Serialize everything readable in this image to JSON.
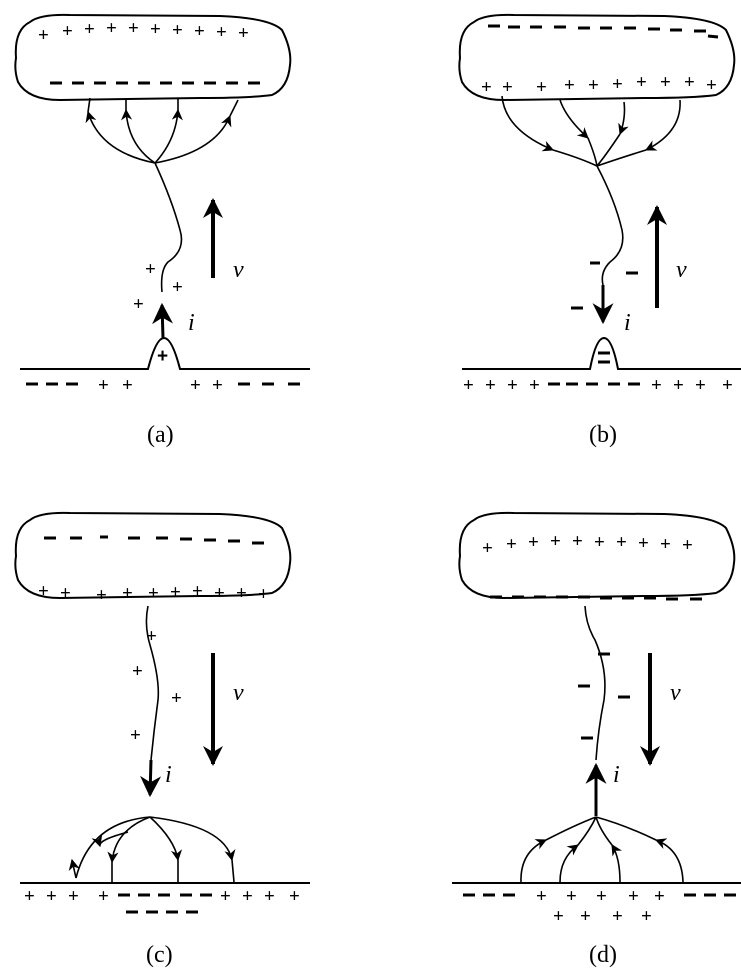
{
  "figure": {
    "panels": [
      {
        "id": "a",
        "caption": "(a)",
        "velocity_symbol": "v",
        "current_symbol": "i",
        "cloud_top": "+",
        "cloud_bottom": "−",
        "leader": "+",
        "ground": "− +",
        "velocity": "up"
      },
      {
        "id": "b",
        "caption": "(b)",
        "velocity_symbol": "v",
        "current_symbol": "i",
        "cloud_top": "−",
        "cloud_bottom": "+",
        "leader": "−",
        "ground": "+ −",
        "velocity": "up"
      },
      {
        "id": "c",
        "caption": "(c)",
        "velocity_symbol": "v",
        "current_symbol": "i",
        "cloud_top": "−",
        "cloud_bottom": "+",
        "leader": "+",
        "ground": "+ −",
        "velocity": "down"
      },
      {
        "id": "d",
        "caption": "(d)",
        "velocity_symbol": "v",
        "current_symbol": "i",
        "cloud_top": "+",
        "cloud_bottom": "−",
        "leader": "−",
        "ground": "− +",
        "velocity": "down"
      }
    ]
  }
}
